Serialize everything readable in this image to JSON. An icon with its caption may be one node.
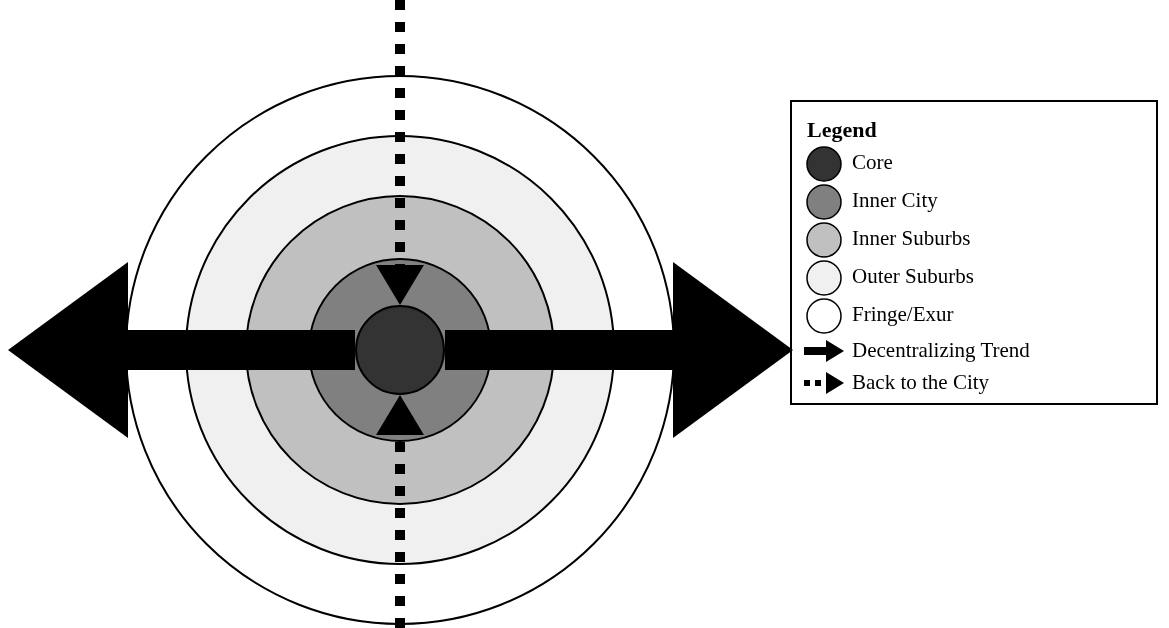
{
  "diagram": {
    "nodes": [
      {
        "text": [],
        "shape": "circle"
      },
      {
        "text": [],
        "shape": "circle",
        "in": 0
      },
      {
        "text": [],
        "shape": "circle",
        "in": 1
      },
      {
        "text": [],
        "shape": "circle",
        "in": 2
      },
      {
        "text": [],
        "shape": "circle",
        "in": 3
      }
    ],
    "edges": [
      {
        "from": 4,
        "to": null,
        "arrow": "to",
        "style": "thick"
      },
      {
        "from": 4,
        "to": null,
        "arrow": "to",
        "style": "thick"
      },
      {
        "from": null,
        "to": 4,
        "arrow": "to",
        "style": "dashed"
      },
      {
        "from": null,
        "to": 4,
        "arrow": "to",
        "style": "dashed"
      }
    ],
    "labels": [
      "Legend"
    ],
    "legend": [
      {
        "text": "Core",
        "color": "#333333"
      },
      {
        "text": "Inner City",
        "color": "#808080"
      },
      {
        "text": "Inner Suburbs",
        "color": "#c0c0c0"
      },
      {
        "text": "Outer Suburbs",
        "color": "#f0f0f0"
      },
      {
        "text": "Fringe/Exur",
        "color": "#ffffff"
      },
      {
        "text": "Decentralizing Trend"
      },
      {
        "text": "Back to the City"
      }
    ]
  }
}
